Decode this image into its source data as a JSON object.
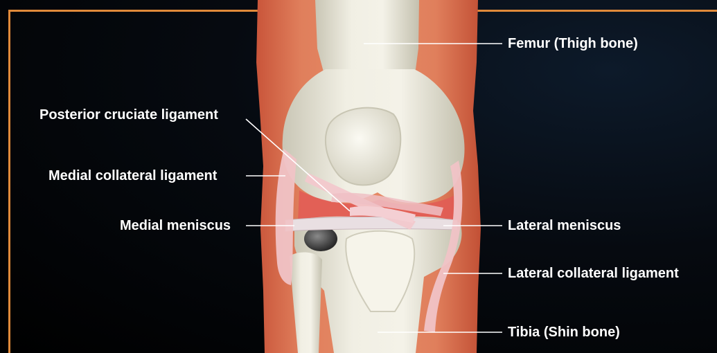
{
  "labels": {
    "femur": "Femur (Thigh bone)",
    "posterior_cruciate": "Posterior cruciate ligament",
    "medial_collateral": "Medial collateral ligament",
    "medial_meniscus": "Medial meniscus",
    "lateral_meniscus": "Lateral meniscus",
    "lateral_collateral": "Lateral collateral ligament",
    "tibia": "Tibia (Shin bone)"
  },
  "colors": {
    "background": "#000000",
    "frame": "#e08a3a",
    "skin": "#d9724f",
    "bone": "#ece9dc",
    "ligament": "#f3c9cc",
    "label_text": "#ffffff"
  }
}
